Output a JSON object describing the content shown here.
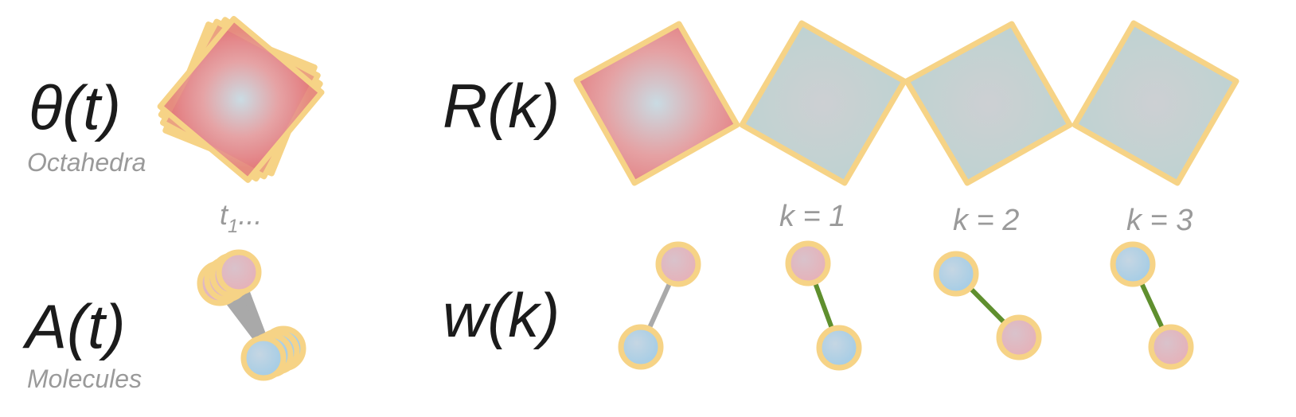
{
  "rows": {
    "top": {
      "symbol": "θ(t)",
      "caption": "Octahedra"
    },
    "bottom": {
      "symbol": "A(t)",
      "caption": "Molecules"
    }
  },
  "middle": {
    "top_symbol": "R(k)",
    "bottom_symbol": "w(k)"
  },
  "time_label": {
    "base": "t",
    "subscript": "1",
    "suffix": "..."
  },
  "k_labels": [
    "k = 1",
    "k = 2",
    "k = 3"
  ],
  "colors": {
    "outline": "#f6d386",
    "red_center": "#c9dbe3",
    "red_edge": "#e27a7d",
    "teal": "#bfd2d1",
    "pink": "#e6b8c0",
    "blue": "#a8cfe6",
    "gray_bond": "#a9a9a9",
    "green_bond": "#5f8f2e",
    "text_dark": "#1b1b1b",
    "text_gray": "#9a9a9a"
  }
}
